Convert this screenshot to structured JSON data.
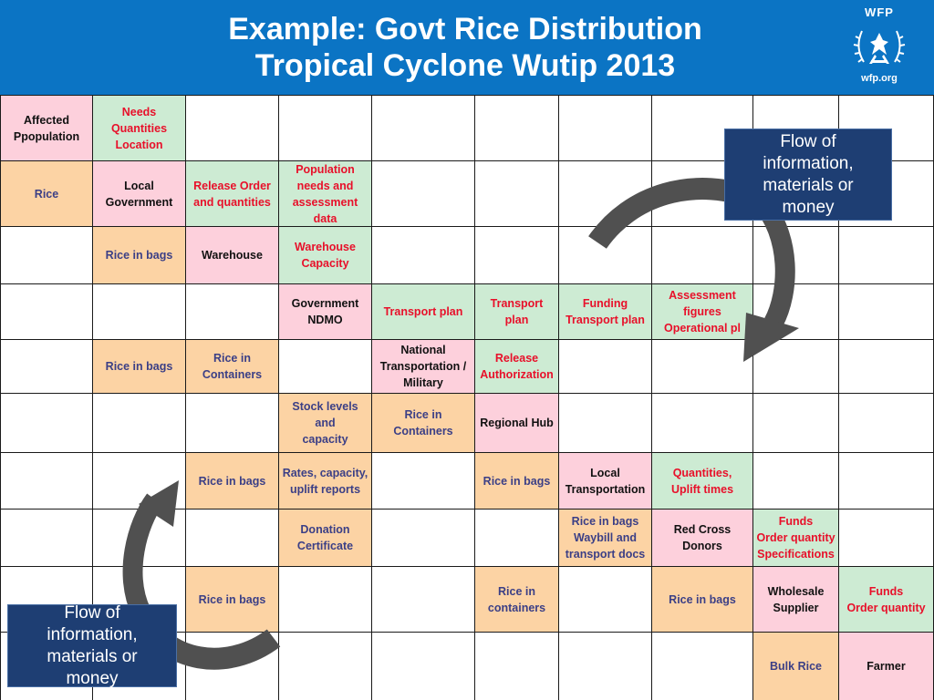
{
  "header": {
    "title_line1": "Example: Govt Rice Distribution",
    "title_line2": "Tropical Cyclone Wutip 2013",
    "logo_top": "WFP",
    "logo_bottom": "wfp.org",
    "background": "#0b74c4"
  },
  "colors": {
    "pink": "#fdd0dc",
    "orange": "#fcd3a4",
    "green": "#cdebd3",
    "red_text": "#e8102a",
    "blue_text": "#3b3f86",
    "flow_box": "#1e3e73",
    "arrow": "#505050"
  },
  "grid": {
    "rows": [
      [
        {
          "text": "Affected\nPpopulation",
          "bg": "pink",
          "color": "black"
        },
        {
          "text": "Needs\nQuantities\nLocation",
          "bg": "green",
          "color": "red"
        },
        null,
        null,
        null,
        null,
        null,
        null,
        null,
        null
      ],
      [
        {
          "text": "Rice",
          "bg": "orange",
          "color": "blue"
        },
        {
          "text": "Local\nGovernment",
          "bg": "pink",
          "color": "black"
        },
        {
          "text": "Release Order\nand quantities",
          "bg": "green",
          "color": "red"
        },
        {
          "text": "Population\nneeds and\nassessment\ndata",
          "bg": "green",
          "color": "red"
        },
        null,
        null,
        null,
        null,
        null,
        null
      ],
      [
        null,
        {
          "text": "Rice in bags",
          "bg": "orange",
          "color": "blue"
        },
        {
          "text": "Warehouse",
          "bg": "pink",
          "color": "black"
        },
        {
          "text": "Warehouse\nCapacity",
          "bg": "green",
          "color": "red"
        },
        null,
        null,
        null,
        null,
        null,
        null
      ],
      [
        null,
        null,
        null,
        {
          "text": "Government\nNDMO",
          "bg": "pink",
          "color": "black"
        },
        {
          "text": "Transport plan",
          "bg": "green",
          "color": "red"
        },
        {
          "text": "Transport\nplan",
          "bg": "green",
          "color": "red"
        },
        {
          "text": "Funding\nTransport plan",
          "bg": "green",
          "color": "red"
        },
        {
          "text": "Assessment\nfigures\nOperational pl",
          "bg": "green",
          "color": "red"
        },
        null,
        null
      ],
      [
        null,
        {
          "text": "Rice in bags",
          "bg": "orange",
          "color": "blue"
        },
        {
          "text": "Rice in\nContainers",
          "bg": "orange",
          "color": "blue"
        },
        null,
        {
          "text": "National\nTransportation /\nMilitary",
          "bg": "pink",
          "color": "black"
        },
        {
          "text": "Release\nAuthorization",
          "bg": "green",
          "color": "red"
        },
        null,
        null,
        null,
        null
      ],
      [
        null,
        null,
        null,
        {
          "text": "Stock levels and\ncapacity",
          "bg": "orange",
          "color": "blue"
        },
        {
          "text": "Rice in\nContainers",
          "bg": "orange",
          "color": "blue"
        },
        {
          "text": "Regional Hub",
          "bg": "pink",
          "color": "black"
        },
        null,
        null,
        null,
        null
      ],
      [
        null,
        null,
        {
          "text": "Rice in bags",
          "bg": "orange",
          "color": "blue"
        },
        {
          "text": "Rates, capacity,\nuplift reports",
          "bg": "orange",
          "color": "blue"
        },
        null,
        {
          "text": "Rice in bags",
          "bg": "orange",
          "color": "blue"
        },
        {
          "text": "Local\nTransportation",
          "bg": "pink",
          "color": "black"
        },
        {
          "text": "Quantities,\nUplift times",
          "bg": "green",
          "color": "red"
        },
        null,
        null
      ],
      [
        null,
        null,
        null,
        {
          "text": "Donation\nCertificate",
          "bg": "orange",
          "color": "blue"
        },
        null,
        null,
        {
          "text": "Rice in bags\nWaybill and\ntransport docs",
          "bg": "orange",
          "color": "blue"
        },
        {
          "text": "Red Cross\nDonors",
          "bg": "pink",
          "color": "black"
        },
        {
          "text": "Funds\nOrder quantity\nSpecifications",
          "bg": "green",
          "color": "red"
        },
        null
      ],
      [
        null,
        null,
        {
          "text": "Rice in bags",
          "bg": "orange",
          "color": "blue"
        },
        null,
        null,
        {
          "text": "Rice in\ncontainers",
          "bg": "orange",
          "color": "blue"
        },
        null,
        {
          "text": "Rice in bags",
          "bg": "orange",
          "color": "blue"
        },
        {
          "text": "Wholesale\nSupplier",
          "bg": "pink",
          "color": "black"
        },
        {
          "text": "Funds\nOrder quantity",
          "bg": "green",
          "color": "red"
        }
      ],
      [
        null,
        null,
        null,
        null,
        null,
        null,
        null,
        null,
        {
          "text": "Bulk Rice",
          "bg": "orange",
          "color": "blue"
        },
        {
          "text": "Farmer",
          "bg": "pink",
          "color": "black"
        }
      ]
    ]
  },
  "flow_boxes": {
    "top": "Flow of\ninformation,\nmaterials or\nmoney",
    "bottom": "Flow of\ninformation,\nmaterials or\nmoney"
  }
}
